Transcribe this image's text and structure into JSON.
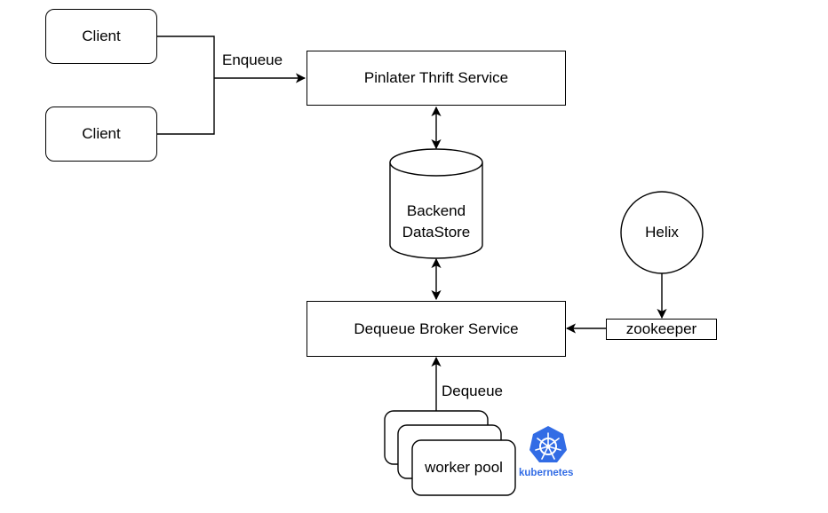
{
  "nodes": {
    "client_top": "Client",
    "client_bottom": "Client",
    "thrift_service": "Pinlater Thrift Service",
    "datastore_line1": "Backend",
    "datastore_line2": "DataStore",
    "helix": "Helix",
    "zookeeper": "zookeeper",
    "broker_service": "Dequeue Broker Service",
    "worker_pool": "worker pool"
  },
  "edges": {
    "enqueue": "Enqueue",
    "dequeue": "Dequeue"
  },
  "logo": {
    "name": "kubernetes",
    "icon": "kubernetes-helm-icon",
    "color": "#326ce5"
  }
}
